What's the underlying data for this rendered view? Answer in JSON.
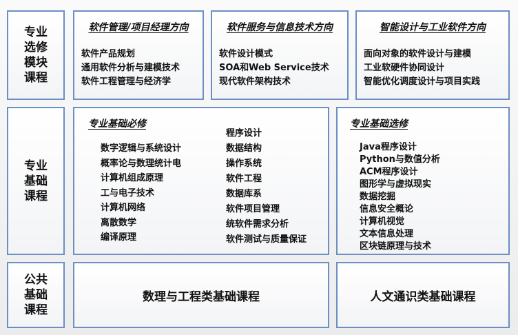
{
  "rows": {
    "elective": {
      "label": [
        "专业",
        "选修",
        "模块",
        "课程"
      ]
    },
    "foundation": {
      "label": [
        "专业",
        "基础",
        "课程"
      ]
    },
    "public": {
      "label": [
        "公共",
        "基础",
        "课程"
      ]
    }
  },
  "directions": [
    {
      "title": "软件管理/项目经理方向",
      "courses": [
        "软件产品规划",
        "通用软件分析与建模技术",
        "软件工程管理与经济学"
      ]
    },
    {
      "title": "软件服务与信息技术方向",
      "courses": [
        "软件设计模式",
        "SOA和Web Service技术",
        "现代软件架构技术"
      ]
    },
    {
      "title": "智能设计与工业软件方向",
      "courses": [
        "面向对象的软件设计与建模",
        "工业软硬件协同设计",
        "智能优化调度设计与项目实践"
      ]
    }
  ],
  "required": {
    "title": "专业基础必修",
    "left_courses": [
      "数字逻辑与系统设计",
      "概率论与数理统计电",
      "计算机组成原理",
      "工与电子技术",
      "计算机网络",
      "离散数学",
      "编译原理"
    ],
    "right_courses": [
      "程序设计",
      "数据结构",
      "操作系统",
      "软件工程",
      "数据库系",
      "软件项目管理",
      "统软件需求分析",
      "软件测试与质量保证"
    ]
  },
  "optional": {
    "title": "专业基础选修",
    "courses": [
      "Java程序设计",
      "Python与数值分析",
      "ACM程序设计",
      "图形学与虚拟现实",
      "数据挖掘",
      "信息安全概论",
      "计算机视觉",
      "文本信息处理",
      "区块链原理与技术"
    ]
  },
  "public": {
    "science": "数理与工程类基础课程",
    "humanities": "人文通识类基础课程"
  },
  "colors": {
    "border": "#6b8ec4"
  }
}
